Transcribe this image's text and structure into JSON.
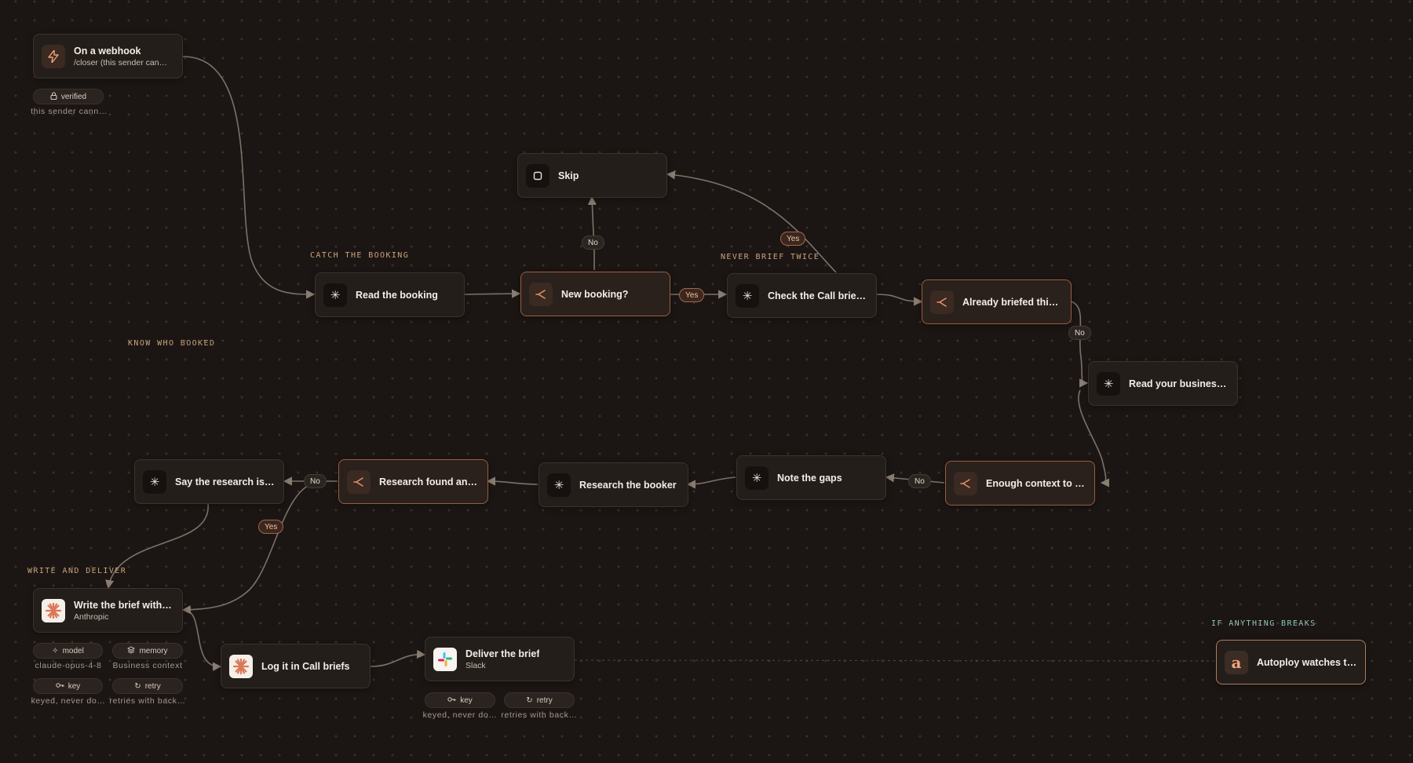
{
  "colors": {
    "background": "#1b1613",
    "accent": "#e8906a",
    "edge": "#7d7168",
    "section_label": "#c9a27c",
    "section_label_alt": "#8fc6b5"
  },
  "sections": {
    "catch": "CATCH THE BOOKING",
    "never": "NEVER BRIEF TWICE",
    "know": "KNOW WHO BOOKED",
    "write": "WRITE AND DELIVER",
    "breaks": "IF ANYTHING BREAKS"
  },
  "nodes": {
    "webhook": {
      "title": "On a webhook",
      "sub": "/closer (this sender can…",
      "icon": "bolt-icon"
    },
    "skip": {
      "title": "Skip",
      "icon": "stop-icon"
    },
    "read_booking": {
      "title": "Read the booking",
      "icon": "asterisk-icon"
    },
    "new_booking": {
      "title": "New booking?",
      "icon": "branch-icon"
    },
    "check_brief": {
      "title": "Check the Call brief…",
      "icon": "asterisk-icon"
    },
    "already_briefed": {
      "title": "Already briefed this…",
      "icon": "branch-icon"
    },
    "read_business": {
      "title": "Read your busines…",
      "icon": "asterisk-icon"
    },
    "enough_context": {
      "title": "Enough context to …",
      "icon": "branch-icon"
    },
    "note_gaps": {
      "title": "Note the gaps",
      "icon": "asterisk-icon"
    },
    "research_booker": {
      "title": "Research the booker",
      "icon": "asterisk-icon"
    },
    "research_found": {
      "title": "Research found an…",
      "icon": "branch-icon"
    },
    "say_research": {
      "title": "Say the research is…",
      "icon": "asterisk-icon"
    },
    "write_brief": {
      "title": "Write the brief with …",
      "sub": "Anthropic",
      "icon": "anthropic-icon"
    },
    "log_brief": {
      "title": "Log it in Call briefs",
      "icon": "anthropic-icon"
    },
    "deliver": {
      "title": "Deliver the brief",
      "sub": "Slack",
      "icon": "slack-icon"
    },
    "autoploy": {
      "title": "Autoploy watches t…",
      "icon": "autoploy-icon",
      "glyph": "a"
    }
  },
  "pills": {
    "verified": {
      "label": "verified",
      "caption": "this sender cann…",
      "icon": "lock-icon"
    },
    "write_model": {
      "label": "model",
      "caption": "claude-opus-4-8",
      "icon": "sparkle-icon"
    },
    "write_memory": {
      "label": "memory",
      "caption": "Business context",
      "icon": "layers-icon"
    },
    "write_key": {
      "label": "key",
      "caption": "keyed, never do…",
      "icon": "key-icon"
    },
    "write_retry": {
      "label": "retry",
      "caption": "retries with back…",
      "icon": "retry-icon"
    },
    "deliver_key": {
      "label": "key",
      "caption": "keyed, never do…",
      "icon": "key-icon"
    },
    "deliver_retry": {
      "label": "retry",
      "caption": "retries with back…",
      "icon": "retry-icon"
    }
  },
  "edge_labels": {
    "new_booking_no": "No",
    "new_booking_yes": "Yes",
    "already_yes": "Yes",
    "already_no": "No",
    "enough_no": "No",
    "research_no": "No",
    "research_yes": "Yes"
  }
}
